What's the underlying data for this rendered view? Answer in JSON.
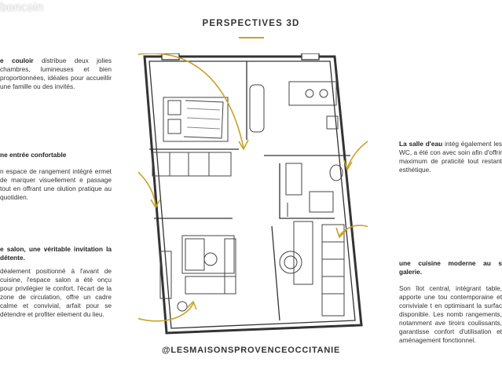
{
  "watermark": "boncoin",
  "title": "PERSPECTIVES 3D",
  "footer": "@LESMAISONSPROVENCEOCCITANIE",
  "accent_color": "#c9a227",
  "left": {
    "couloir": {
      "heading": "e couloir",
      "text": " distribue deux jolies chambres, lumineuses et bien proportionnées, idéales pour accueillir une famille ou des invités."
    },
    "entree": {
      "heading": "ne entrée confortable",
      "text": "n espace de rangement intégré ermet de marquer visuellement e passage tout en offrant une olution pratique au quotidien."
    },
    "salon": {
      "heading": "e salon, une véritable invitation la détente.",
      "text": "déalement positionné à l'avant de cuisine, l'espace salon a été onçu pour privilégier le confort. l'écart de la zone de circulation, offre un cadre calme et convivial, arfait pour se détendre et profiter eilement du lieu."
    }
  },
  "right": {
    "sdb": {
      "heading": "La salle d'eau",
      "text": " intég également les WC, a été con avec soin afin d'offrir maximum de praticité tout restant esthétique."
    },
    "cuisine": {
      "heading": "une cuisine moderne au s galerie.",
      "text": "Son îlot central, intégrant table, apporte une tou contemporaine et conviviale t en optimisant la surfac disponible. Les nomb rangements, notamment ave tiroirs coulissants, garantisse confort d'utilisation et aménagement fonctionnel."
    }
  }
}
